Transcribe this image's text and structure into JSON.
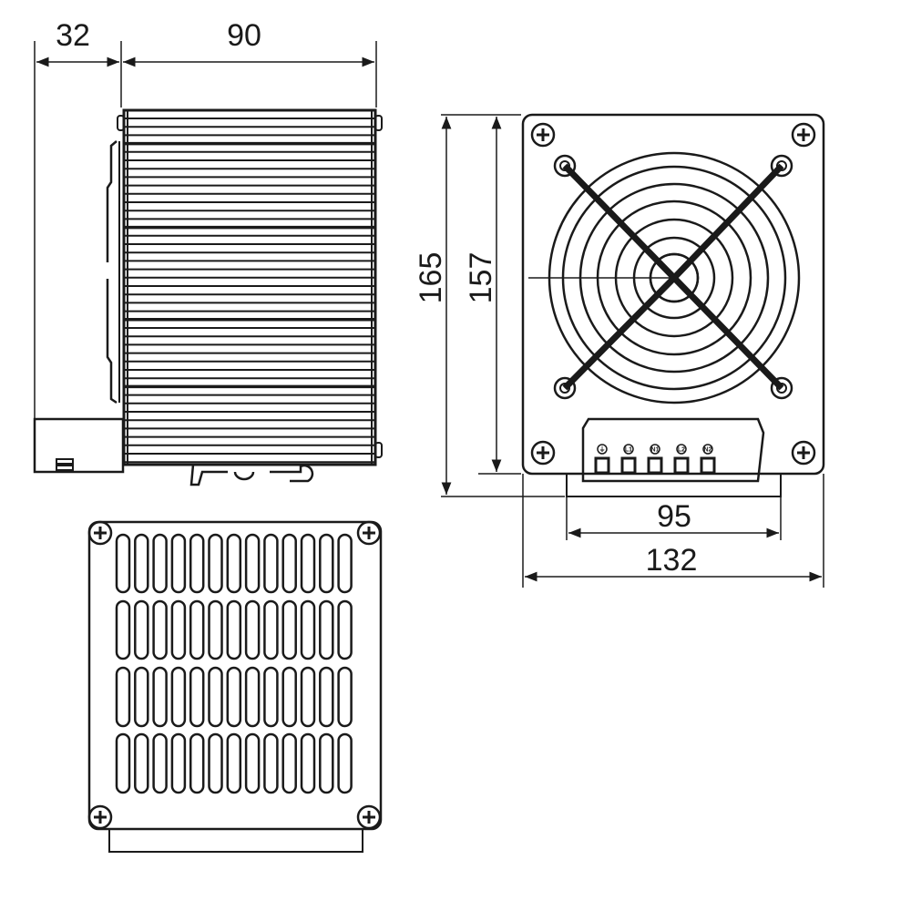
{
  "dimensions": {
    "side_depth_bracket": "32",
    "side_depth_body": "90",
    "front_height_total": "165",
    "front_height_body": "157",
    "front_base_width": "95",
    "front_width_total": "132"
  },
  "terminal_block": {
    "terminals": [
      "⏚",
      "L1",
      "N1",
      "L2",
      "N2"
    ]
  },
  "colors": {
    "line": "#1a1a1a",
    "background": "#ffffff"
  }
}
